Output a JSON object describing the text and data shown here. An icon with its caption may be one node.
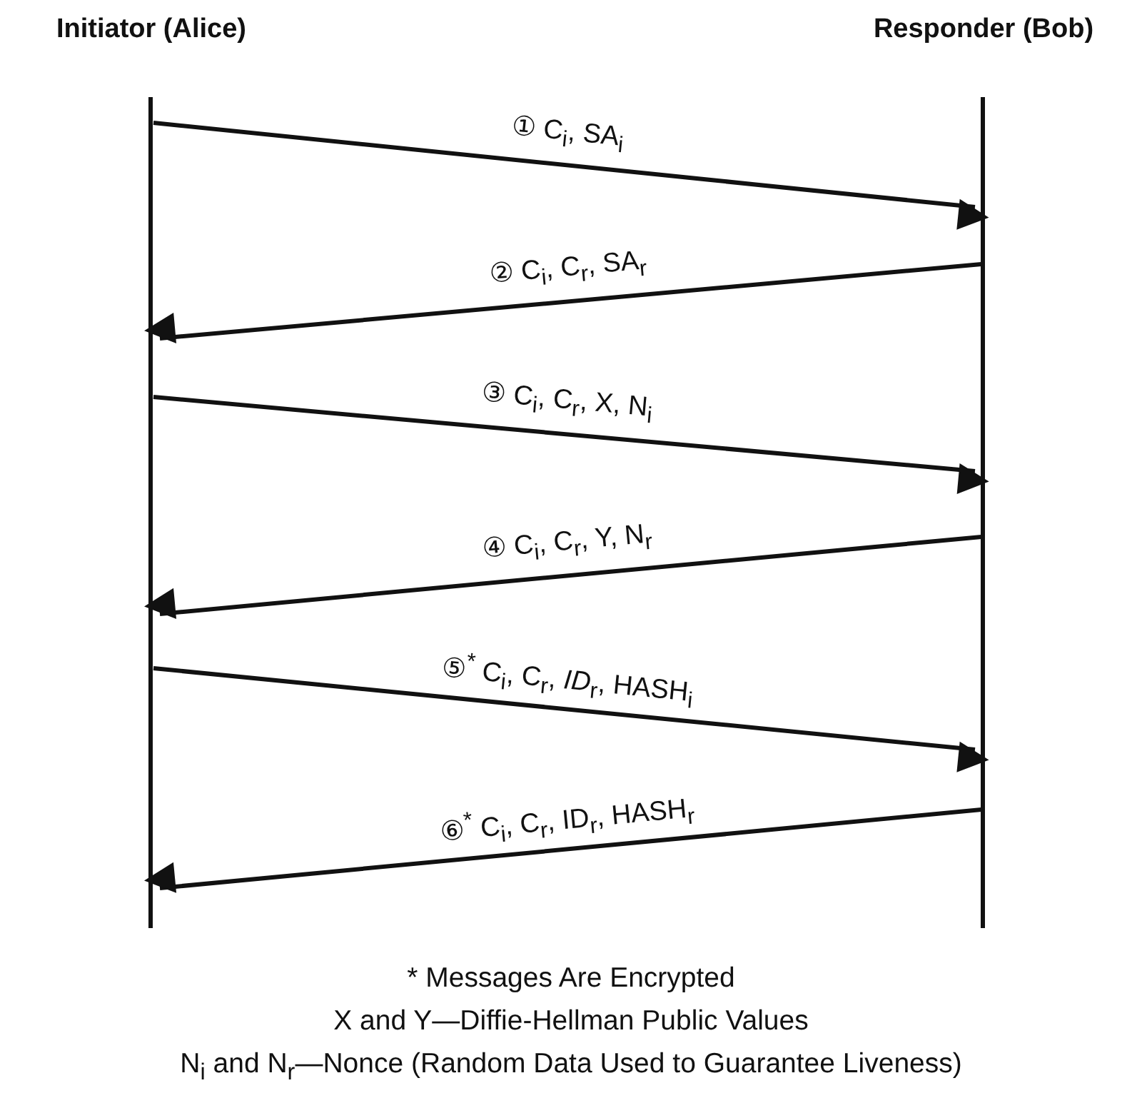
{
  "diagram": {
    "nodes": [
      {
        "text": [
          "Initiator (Alice)"
        ]
      },
      {
        "text": [
          "Responder (Bob)"
        ]
      }
    ],
    "edges": [
      {
        "from": 0,
        "to": 1,
        "arrow": "to",
        "label": "① C$_{i}$, SA$_{i}$"
      },
      {
        "from": 1,
        "to": 0,
        "arrow": "to",
        "label": "② C$_{i}$, C$_{r}$, SA$_{r}$"
      },
      {
        "from": 0,
        "to": 1,
        "arrow": "to",
        "label": "③ C$_{i}$, C$_{r}$, X, N$_{i}$"
      },
      {
        "from": 1,
        "to": 0,
        "arrow": "to",
        "label": "④ C$_{i}$, C$_{r}$, Y, N$_{r}$"
      },
      {
        "from": 0,
        "to": 1,
        "arrow": "to",
        "label": "⑤$^{*}$ C$_{i}$, C$_{r}$, *ID*$_{r}$, HASH$_{i}$"
      },
      {
        "from": 1,
        "to": 0,
        "arrow": "to",
        "label": "⑥$^{*}$ C$_{i}$, C$_{r}$, ID$_{r}$, HASH$_{r}$"
      }
    ],
    "labels": [
      "* Messages Are Encrypted",
      "X and Y—Diffie-Hellman Public Values",
      "N$_{i}$ and N$_{r}$—Nonce (Random Data Used to Guarantee Liveness)"
    ]
  }
}
